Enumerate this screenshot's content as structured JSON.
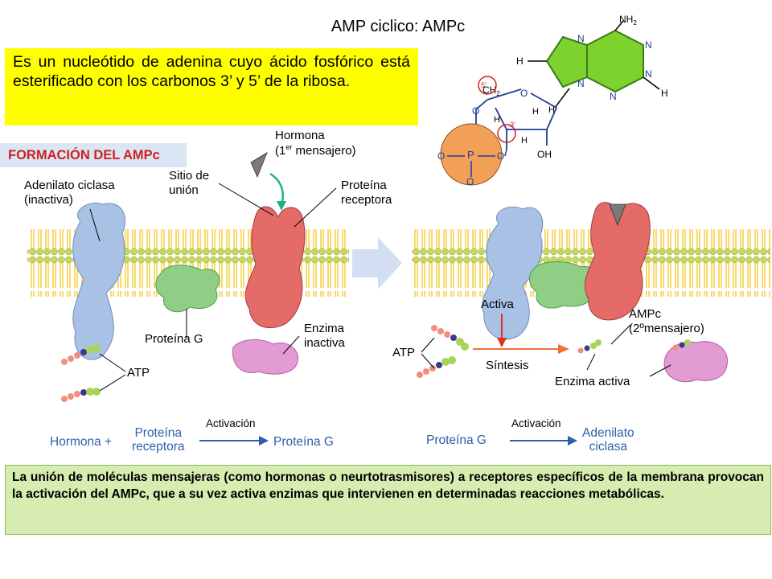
{
  "title": "AMP ciclico: AMPc",
  "definition": "Es un nucleótido de adenina cuyo ácido fosfórico está esterificado con los carbonos 3’ y 5’ de la ribosa.",
  "banner": "FORMACIÓN DEL AMPc",
  "molecule": {
    "nh2": "NH",
    "nh2_sub": "2",
    "h": "H",
    "n": "N",
    "o": "O",
    "oh": "OH",
    "ch2": "CH",
    "ch2_sub": "2",
    "p": "P",
    "five": "5'",
    "three": "3'"
  },
  "left_panel": {
    "hormone": "Hormona",
    "hormone_msg_pre": "(1",
    "hormone_msg_sup": "er",
    "hormone_msg_post": " mensajero)",
    "adenylate": "Adenilato ciclasa",
    "inactive": "(inactiva)",
    "site": "Sitio de",
    "binding": "unión",
    "receptor": "Proteína",
    "receptor2": "receptora",
    "protein_g": "Proteína G",
    "enzyme": "Enzima",
    "enzyme2": "inactiva",
    "atp": "ATP"
  },
  "right_panel": {
    "active": "Activa",
    "ampc": "AMPc",
    "second_msg": "(2ºmensajero)",
    "atp": "ATP",
    "synthesis": "Síntesis",
    "active_enzyme": "Enzima activa"
  },
  "equations": {
    "left": {
      "a": "Hormona +",
      "b1": "Proteína",
      "b2": "receptora",
      "arrow_label": "Activación",
      "c": "Proteína G"
    },
    "right": {
      "a": "Proteína G",
      "arrow_label": "Activación",
      "c1": "Adenilato",
      "c2": "ciclasa"
    }
  },
  "summary": "La unión de moléculas mensajeras (como hormonas o neurtotrasmisores) a receptores específicos de la membrana provocan la activación del AMPc, que a su vez activa enzimas que intervienen en determinadas reacciones metabólicas.",
  "colors": {
    "yellow": "#ffff00",
    "banner_bg": "#dbe6f4",
    "banner_text": "#d02020",
    "summary_bg": "#d6ecb0",
    "equation_text": "#2d5fa8",
    "adenylate_cyclase": "#a9c1e4",
    "receptor": "#e46b67",
    "protein_g": "#8fcf85",
    "enzyme": "#e39bd3",
    "membrane_head": "#c8d85a",
    "membrane_tail": "#f6d24a",
    "adenine": "#7dd22d",
    "phosphate": "#f2a058"
  }
}
